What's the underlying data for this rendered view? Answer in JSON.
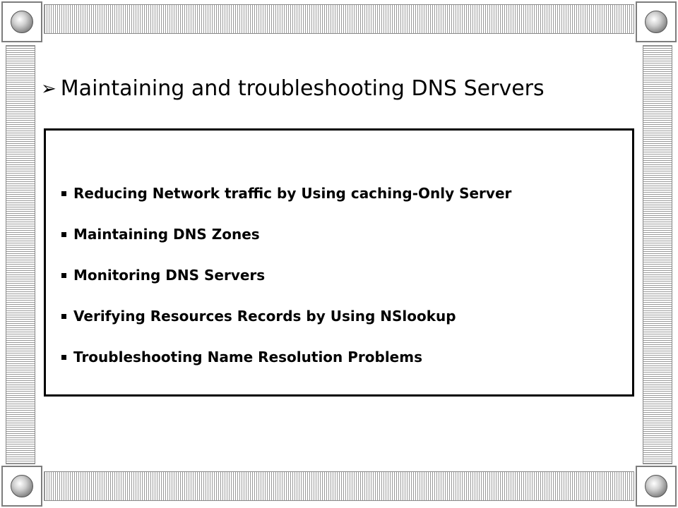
{
  "slide": {
    "title": "Maintaining and troubleshooting DNS Servers",
    "title_bullet_icon": "arrowhead-bullet-icon",
    "bullets": [
      "Reducing Network traffic by Using caching-Only Server",
      "Maintaining DNS Zones",
      "Monitoring DNS Servers",
      "Verifying Resources Records by Using NSlookup",
      "Troubleshooting Name Resolution Problems"
    ],
    "bullet_icon": "square-bullet-icon"
  },
  "colors": {
    "text": "#000000",
    "frame": "#9a9a9a",
    "background": "#ffffff"
  }
}
